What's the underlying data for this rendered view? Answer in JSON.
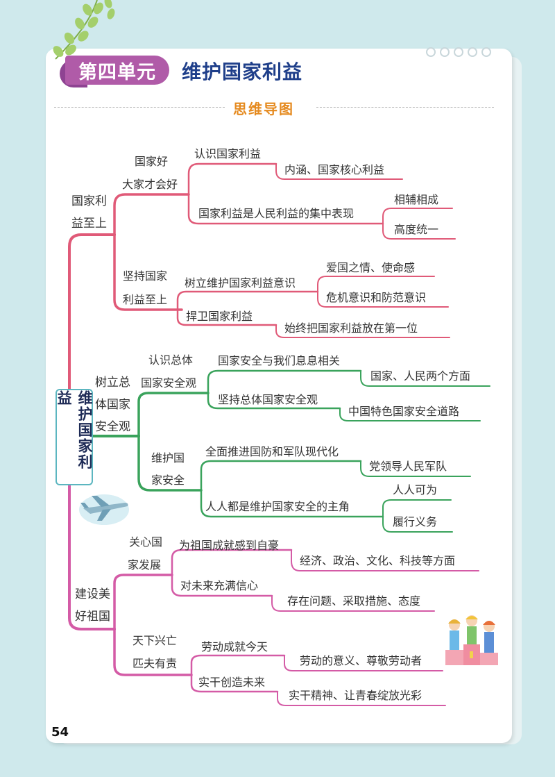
{
  "header": {
    "unit_label": "第四单元",
    "unit_title": "维护国家利益",
    "section_title": "思维导图"
  },
  "mindmap": {
    "root": "维护国家利益",
    "b1": {
      "label_l1": "国家利",
      "label_l2": "益至上",
      "s1": {
        "label_l1": "国家好",
        "label_l2": "大家才会好",
        "n1": "认识国家利益",
        "n1a": "内涵、国家核心利益",
        "n2": "国家利益是人民利益的集中表现",
        "n2a": "相辅相成",
        "n2b": "高度统一"
      },
      "s2": {
        "label_l1": "坚持国家",
        "label_l2": "利益至上",
        "n1": "树立维护国家利益意识",
        "n1a": "爱国之情、使命感",
        "n1b": "危机意识和防范意识",
        "n2": "捍卫国家利益",
        "n2a": "始终把国家利益放在第一位"
      }
    },
    "b2": {
      "label_l1": "树立总",
      "label_l2": "体国家",
      "label_l3": "安全观",
      "s1": {
        "label_l1": "认识总体",
        "label_l2": "国家安全观",
        "n1": "国家安全与我们息息相关",
        "n1a": "国家、人民两个方面",
        "n2": "坚持总体国家安全观",
        "n2a": "中国特色国家安全道路"
      },
      "s2": {
        "label_l1": "维护国",
        "label_l2": "家安全",
        "n1": "全面推进国防和军队现代化",
        "n1a": "党领导人民军队",
        "n2": "人人都是维护国家安全的主角",
        "n2a": "人人可为",
        "n2b": "履行义务"
      }
    },
    "b3": {
      "label_l1": "建设美",
      "label_l2": "好祖国",
      "s1": {
        "label_l1": "关心国",
        "label_l2": "家发展",
        "n1": "为祖国成就感到自豪",
        "n1a": "经济、政治、文化、科技等方面",
        "n2": "对未来充满信心",
        "n2a": "存在问题、采取措施、态度"
      },
      "s2": {
        "label_l1": "天下兴亡",
        "label_l2": "匹夫有责",
        "n1": "劳动成就今天",
        "n1a": "劳动的意义、尊敬劳动者",
        "n2": "实干创造未来",
        "n2a": "实干精神、让青春绽放光彩"
      }
    }
  },
  "colors": {
    "branch1": "#e05a78",
    "branch2": "#3aa35c",
    "branch3": "#d45ba6",
    "accent": "#b05ba8",
    "title": "#1f3f8a",
    "section": "#e58a1f"
  },
  "footer": {
    "page_number": "54"
  }
}
